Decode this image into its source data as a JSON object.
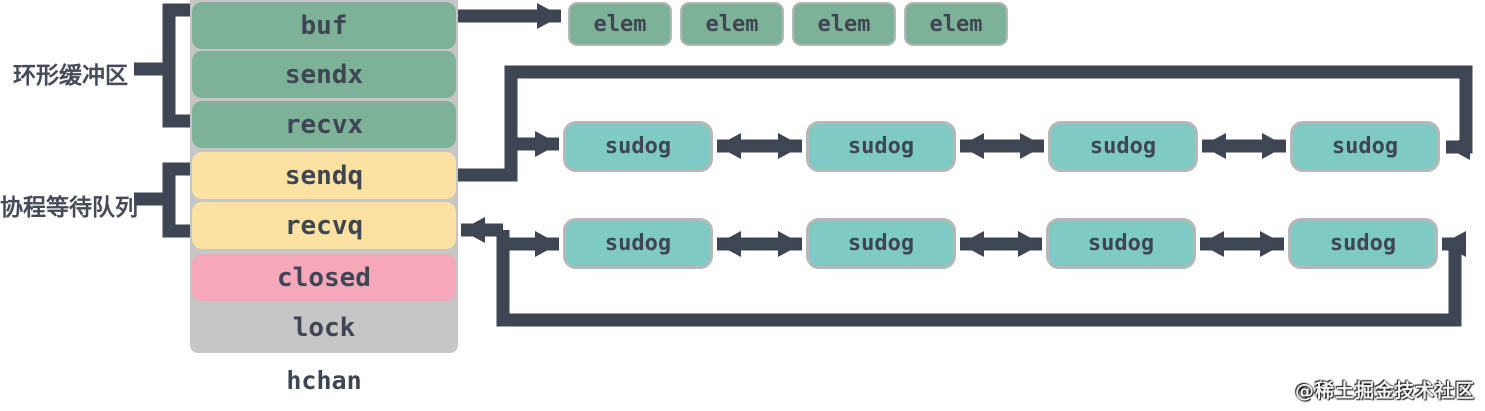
{
  "struct": {
    "caption": "hchan",
    "fields": [
      "buf",
      "sendx",
      "recvx",
      "sendq",
      "recvq",
      "closed",
      "lock"
    ]
  },
  "group_labels": {
    "ring_buffer": "环形缓冲区",
    "wait_queue": "协程等待队列"
  },
  "elem_list": [
    "elem",
    "elem",
    "elem",
    "elem"
  ],
  "sendq_list": [
    "sudog",
    "sudog",
    "sudog",
    "sudog"
  ],
  "recvq_list": [
    "sudog",
    "sudog",
    "sudog",
    "sudog"
  ],
  "watermark": "@稀土掘金技术社区",
  "colors": {
    "field_green": "#7db298",
    "field_yellow": "#fbe2a3",
    "field_pink": "#f4a8ba",
    "panel_gray": "#c6c6c6",
    "sudog_teal": "#7fcac4",
    "line_dark": "#3e4553",
    "box_border": "#b6b8b7"
  }
}
